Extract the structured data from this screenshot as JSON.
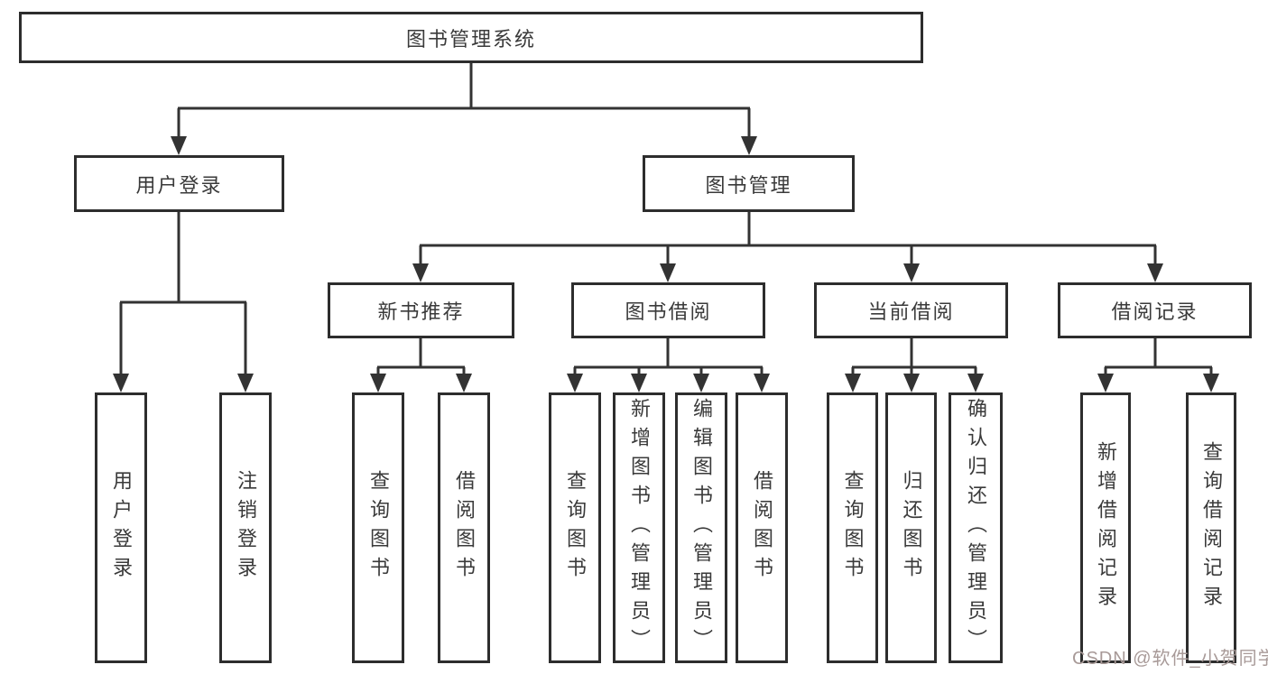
{
  "diagram": {
    "title": "图书管理系统",
    "level2": [
      {
        "label": "用户登录"
      },
      {
        "label": "图书管理"
      }
    ],
    "level3": [
      {
        "label": "新书推荐"
      },
      {
        "label": "图书借阅"
      },
      {
        "label": "当前借阅"
      },
      {
        "label": "借阅记录"
      }
    ],
    "leaves": [
      {
        "label": "用户登录"
      },
      {
        "label": "注销登录"
      },
      {
        "label": "查询图书"
      },
      {
        "label": "借阅图书"
      },
      {
        "label": "查询图书"
      },
      {
        "label": "新增图书（管理员）"
      },
      {
        "label": "编辑图书（管理员）"
      },
      {
        "label": "借阅图书"
      },
      {
        "label": "查询图书"
      },
      {
        "label": "归还图书"
      },
      {
        "label": "确认归还（管理员）"
      },
      {
        "label": "新增借阅记录"
      },
      {
        "label": "查询借阅记录"
      }
    ],
    "colors": {
      "line": "#333333",
      "box_border": "#2d2d2d",
      "text": "#3a3a3a",
      "watermark": "#a89a98"
    },
    "watermark": "CSDN @软件_小贺同学"
  }
}
